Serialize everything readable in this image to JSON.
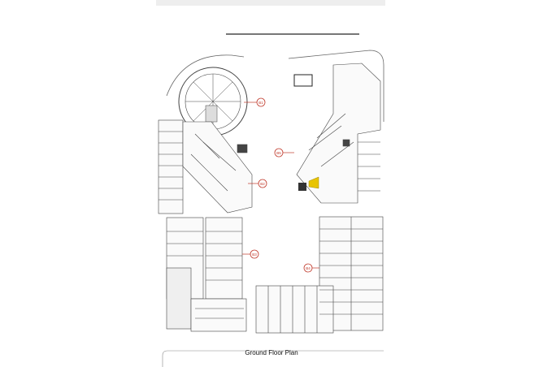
{
  "plan": {
    "title": "Ground Floor Plan",
    "blocks": [
      {
        "id": "b1",
        "label": "B1"
      },
      {
        "id": "b2",
        "label": "B2"
      },
      {
        "id": "b3",
        "label": "B3"
      },
      {
        "id": "b4",
        "label": "B4"
      },
      {
        "id": "b5",
        "label": "B5"
      }
    ]
  },
  "colors": {
    "line": "#555555",
    "marker": "#c0392b",
    "highlight": "#e8c400"
  }
}
